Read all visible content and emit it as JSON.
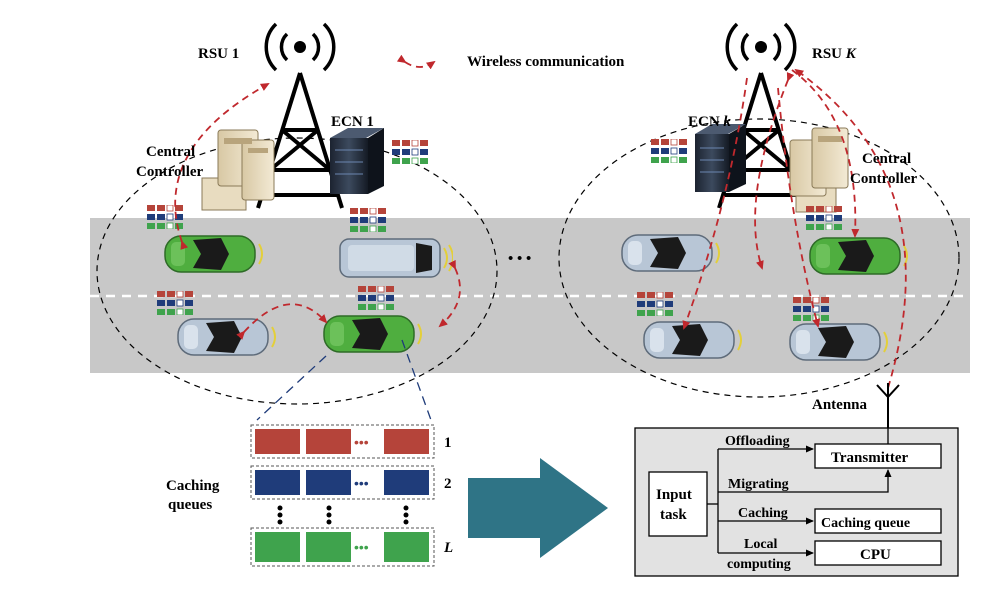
{
  "labels": {
    "rsu1": "RSU 1",
    "rsuK_prefix": "RSU ",
    "rsuK_var": "K",
    "ecn1": "ECN 1",
    "ecnk_prefix": "ECN ",
    "ecnk_var": "k",
    "central_controller_1_line1": "Central",
    "central_controller_1_line2": "Controller",
    "central_controller_2_line1": "Central",
    "central_controller_2_line2": "Controller",
    "wireless": "Wireless communication",
    "ellipsis": "• • •",
    "antenna": "Antenna",
    "caching_line1": "Caching",
    "caching_line2": "queues"
  },
  "queues": {
    "rows": [
      {
        "label": "1",
        "color": "#b5443a"
      },
      {
        "label": "2",
        "color": "#1f3c7a"
      },
      {
        "label": "L",
        "color": "#3fa34d"
      }
    ],
    "dots": "•••"
  },
  "vehicle_box": {
    "input_line1": "Input",
    "input_line2": "task",
    "offloading": "Offloading",
    "migrating": "Migrating",
    "caching": "Caching",
    "local_line1": "Local",
    "local_line2": "computing",
    "transmitter": "Transmitter",
    "caching_queue": "Caching queue",
    "cpu": "CPU"
  },
  "colors": {
    "road": "#c8c8c8",
    "arrow_red": "#c0282d",
    "big_arrow": "#2f7486",
    "panel": "#e2e2e2",
    "car_green": "#4fae3f",
    "car_silver": "#b8c6d6"
  }
}
